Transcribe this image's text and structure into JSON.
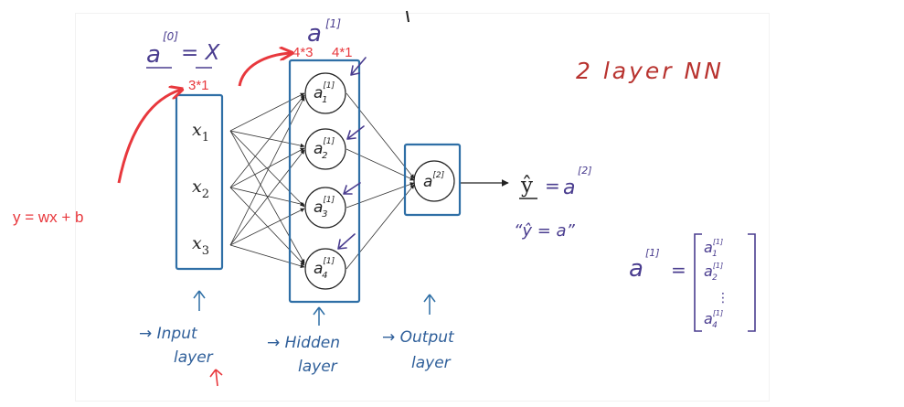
{
  "colors": {
    "red_ink": "#e8383d",
    "blue_ink": "#2f6fa6",
    "purple_ink": "#4a3d8f",
    "dark_red_ink": "#b8332f",
    "black_ink": "#222222"
  },
  "annotations": {
    "equation": "y = wx + b",
    "dim_input": "3*1",
    "dim_weights": "4*3",
    "dim_hidden": "4*1",
    "title": "2 layer NN"
  },
  "input_layer": {
    "header_sup": "[0]",
    "header_a": "a",
    "header_eq": "= X",
    "nodes": [
      {
        "base": "x",
        "sub": "1"
      },
      {
        "base": "x",
        "sub": "2"
      },
      {
        "base": "x",
        "sub": "3"
      }
    ],
    "label_line1": "→ Input",
    "label_line2": "layer"
  },
  "hidden_layer": {
    "header_a": "a",
    "header_sup": "[1]",
    "nodes": [
      {
        "base": "a",
        "sup": "[1]",
        "sub": "1"
      },
      {
        "base": "a",
        "sup": "[1]",
        "sub": "2"
      },
      {
        "base": "a",
        "sup": "[1]",
        "sub": "3"
      },
      {
        "base": "a",
        "sup": "[1]",
        "sub": "4"
      }
    ],
    "label_line1": "→ Hidden",
    "label_line2": "layer"
  },
  "output_layer": {
    "node": {
      "base": "a",
      "sup": "[2]"
    },
    "label_line1": "→ Output",
    "label_line2": "layer"
  },
  "output_expr": {
    "yhat": "ŷ",
    "eq": "=",
    "a": "a",
    "sup": "[2]",
    "quote_line": "“ŷ = a”"
  },
  "vector": {
    "lhs_a": "a",
    "lhs_sup": "[1]",
    "eq": "=",
    "entries": [
      {
        "base": "a",
        "sup": "[1]",
        "sub": "1"
      },
      {
        "base": "a",
        "sup": "[1]",
        "sub": "2"
      },
      {
        "dots": "⋮"
      },
      {
        "base": "a",
        "sup": "[1]",
        "sub": "4"
      }
    ]
  }
}
